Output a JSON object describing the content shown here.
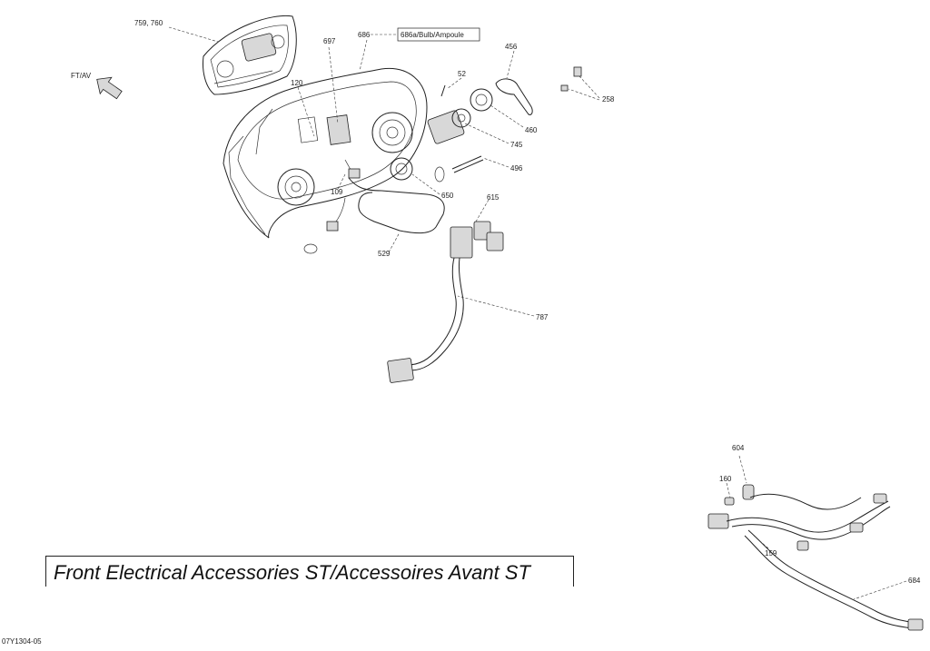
{
  "title": "Front Electrical Accessories ST/Accessoires Avant ST",
  "drawing_number": "07Y1304-05",
  "direction_label": "FT/AV",
  "callouts": {
    "c759": "759, 760",
    "c686": "686",
    "c686a": "686a/Bulb/Ampoule",
    "c697": "697",
    "c456": "456",
    "c52": "52",
    "c258": "258",
    "c120": "120",
    "c460": "460",
    "c745": "745",
    "c496": "496",
    "c109": "109",
    "c650": "650",
    "c615": "615",
    "c529": "529",
    "c787": "787",
    "c604": "604",
    "c160": "160",
    "c159": "159",
    "c684": "684"
  }
}
